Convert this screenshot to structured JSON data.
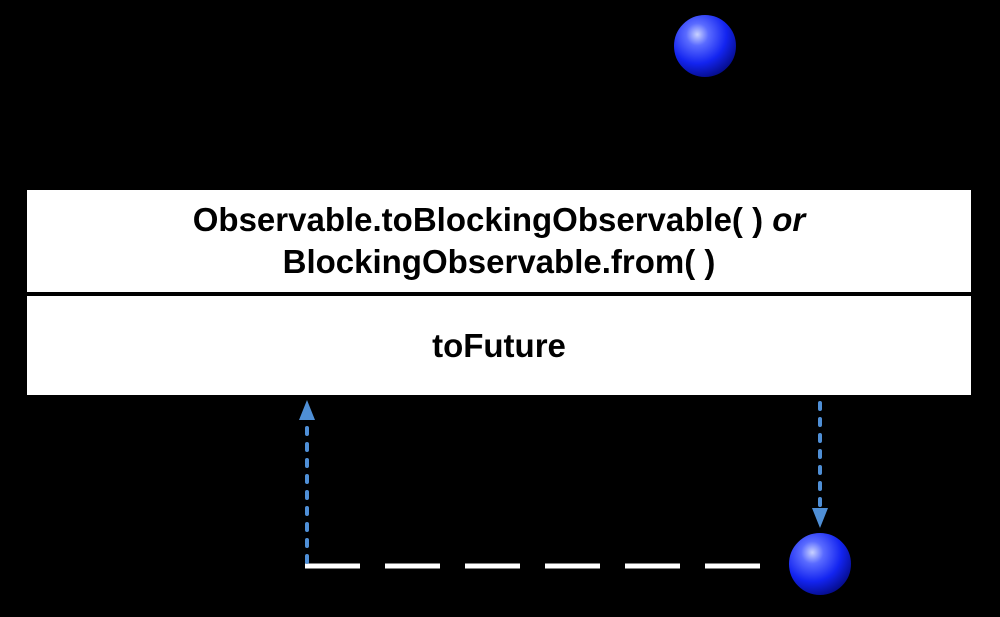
{
  "operator": {
    "line1_main": "Observable.toBlockingObservable( ) ",
    "line1_italic": "or",
    "line2": "BlockingObservable.from( )"
  },
  "method": {
    "label": "toFuture"
  },
  "colors": {
    "background": "#000000",
    "box": "#ffffff",
    "arrow": "#4f8fd6",
    "marble": "#1a2fff",
    "timeline": "#ffffff"
  }
}
